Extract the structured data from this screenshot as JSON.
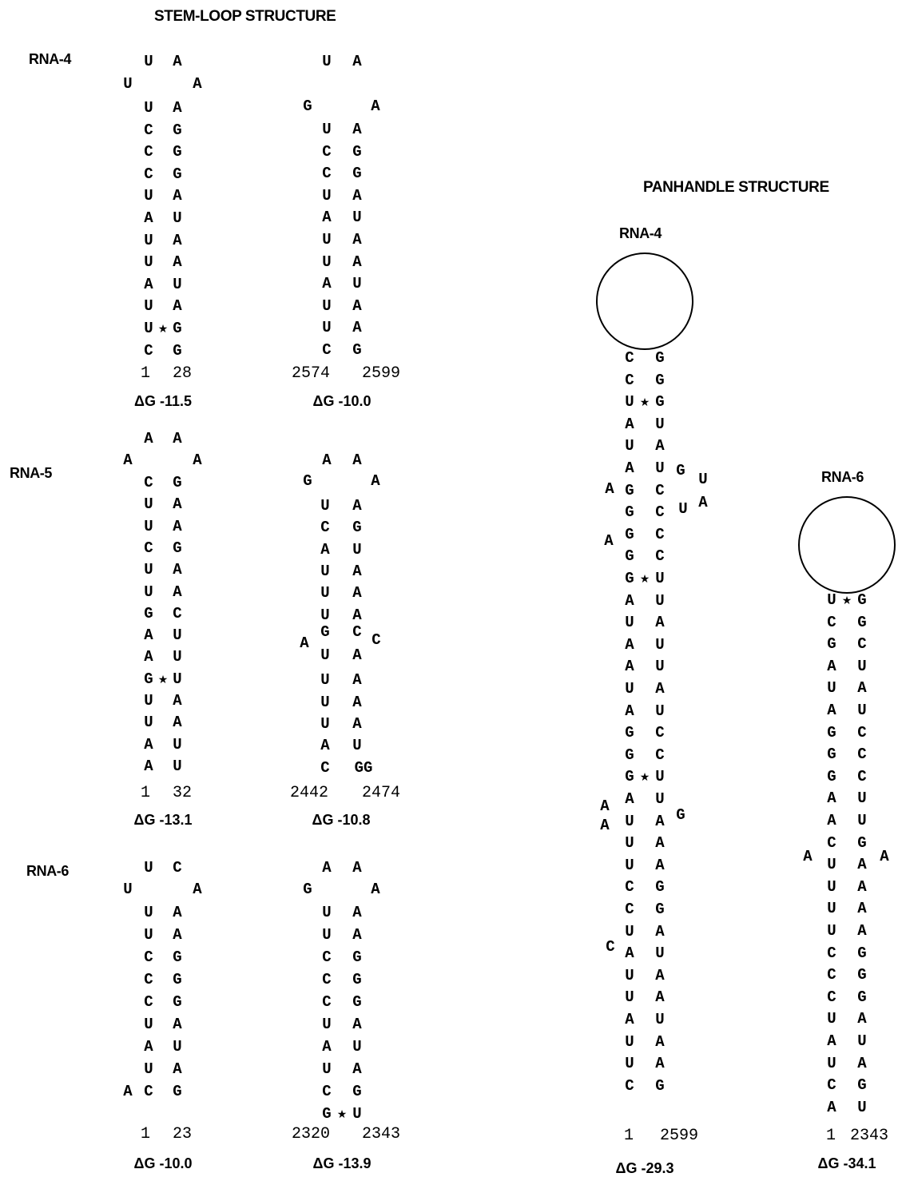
{
  "titles": {
    "stem_loop": "STEM-LOOP STRUCTURE",
    "panhandle": "PANHANDLE STRUCTURE"
  },
  "row_labels": [
    "RNA-4",
    "RNA-5",
    "RNA-6"
  ],
  "panhandle_labels": [
    "RNA-4",
    "RNA-6"
  ],
  "stem_loops": [
    {
      "loop": [
        "U",
        "A",
        "U",
        "A"
      ],
      "pairs": [
        [
          "U",
          "A"
        ],
        [
          "C",
          "G"
        ],
        [
          "C",
          "G"
        ],
        [
          "C",
          "G"
        ],
        [
          "U",
          "A"
        ],
        [
          "A",
          "U"
        ],
        [
          "U",
          "A"
        ],
        [
          "U",
          "A"
        ],
        [
          "A",
          "U"
        ],
        [
          "U",
          "A"
        ],
        [
          "U",
          "G"
        ],
        [
          "C",
          "G"
        ]
      ],
      "start": "1",
      "end": "28",
      "dg": "ΔG -11.5"
    },
    {
      "loop": [
        "U",
        "A",
        "G",
        "A"
      ],
      "pairs": [
        [
          "U",
          "A"
        ],
        [
          "C",
          "G"
        ],
        [
          "C",
          "G"
        ],
        [
          "U",
          "A"
        ],
        [
          "A",
          "U"
        ],
        [
          "U",
          "A"
        ],
        [
          "U",
          "A"
        ],
        [
          "A",
          "U"
        ],
        [
          "U",
          "A"
        ],
        [
          "U",
          "A"
        ],
        [
          "C",
          "G"
        ]
      ],
      "start": "2574",
      "end": "2599",
      "dg": "ΔG -10.0"
    },
    {
      "loop": [
        "A",
        "A",
        "A",
        "A"
      ],
      "pairs": [
        [
          "C",
          "G"
        ],
        [
          "U",
          "A"
        ],
        [
          "U",
          "A"
        ],
        [
          "C",
          "G"
        ],
        [
          "U",
          "A"
        ],
        [
          "U",
          "A"
        ],
        [
          "G",
          "C"
        ],
        [
          "A",
          "U"
        ],
        [
          "A",
          "U"
        ],
        [
          "G",
          "U"
        ],
        [
          "U",
          "A"
        ],
        [
          "U",
          "A"
        ],
        [
          "A",
          "U"
        ],
        [
          "A",
          "U"
        ]
      ],
      "start": "1",
      "end": "32",
      "dg": "ΔG -13.1"
    },
    {
      "loop": [
        "A",
        "A",
        "G",
        "A"
      ],
      "pairs": [
        [
          "U",
          "A"
        ],
        [
          "C",
          "G"
        ],
        [
          "A",
          "U"
        ],
        [
          "U",
          "A"
        ],
        [
          "U",
          "A"
        ],
        [
          "U",
          "A"
        ],
        [
          "G",
          "C"
        ],
        [
          "U",
          "A"
        ],
        [
          "U",
          "A"
        ],
        [
          "U",
          "A"
        ],
        [
          "U",
          "A"
        ],
        [
          "A",
          "U"
        ],
        [
          "C",
          "GG"
        ]
      ],
      "bulges": [
        "A",
        "C"
      ],
      "start": "2442",
      "end": "2474",
      "dg": "ΔG -10.8"
    },
    {
      "loop": [
        "U",
        "C",
        "U",
        "A"
      ],
      "pairs": [
        [
          "U",
          "A"
        ],
        [
          "U",
          "A"
        ],
        [
          "C",
          "G"
        ],
        [
          "C",
          "G"
        ],
        [
          "C",
          "G"
        ],
        [
          "U",
          "A"
        ],
        [
          "A",
          "U"
        ],
        [
          "U",
          "A"
        ],
        [
          "C",
          "G"
        ]
      ],
      "extra5": "A",
      "start": "1",
      "end": "23",
      "dg": "ΔG -10.0"
    },
    {
      "loop": [
        "A",
        "A",
        "G",
        "A"
      ],
      "pairs": [
        [
          "U",
          "A"
        ],
        [
          "U",
          "A"
        ],
        [
          "C",
          "G"
        ],
        [
          "C",
          "G"
        ],
        [
          "C",
          "G"
        ],
        [
          "U",
          "A"
        ],
        [
          "A",
          "U"
        ],
        [
          "U",
          "A"
        ],
        [
          "C",
          "G"
        ],
        [
          "G",
          "U"
        ]
      ],
      "start": "2320",
      "end": "2343",
      "dg": "ΔG -13.9"
    }
  ],
  "panhandles": [
    {
      "pairs": [
        [
          "C",
          "G"
        ],
        [
          "C",
          "G"
        ],
        [
          "U",
          "G"
        ],
        [
          "A",
          "U"
        ],
        [
          "U",
          "A"
        ],
        [
          "A",
          "U"
        ],
        [
          "G",
          "C"
        ],
        [
          "G",
          "C"
        ],
        [
          "G",
          "C"
        ],
        [
          "G",
          "C"
        ],
        [
          "G",
          "U"
        ],
        [
          "A",
          "U"
        ],
        [
          "U",
          "A"
        ],
        [
          "A",
          "U"
        ],
        [
          "A",
          "U"
        ],
        [
          "U",
          "A"
        ],
        [
          "A",
          "U"
        ],
        [
          "G",
          "C"
        ],
        [
          "G",
          "C"
        ],
        [
          "G",
          "U"
        ],
        [
          "A",
          "U"
        ],
        [
          "U",
          "A"
        ],
        [
          "U",
          "A"
        ],
        [
          "U",
          "A"
        ],
        [
          "C",
          "G"
        ],
        [
          "C",
          "G"
        ],
        [
          "U",
          "A"
        ],
        [
          "A",
          "U"
        ],
        [
          "U",
          "A"
        ],
        [
          "U",
          "A"
        ],
        [
          "A",
          "U"
        ],
        [
          "U",
          "A"
        ],
        [
          "U",
          "A"
        ],
        [
          "C",
          "G"
        ]
      ],
      "bulges": [
        "G",
        "U",
        "A",
        "U",
        "A",
        "A",
        "A",
        "A",
        "G",
        "C"
      ],
      "start": "1",
      "end": "2599",
      "dg": "ΔG -29.3"
    },
    {
      "pairs": [
        [
          "U",
          "G"
        ],
        [
          "C",
          "G"
        ],
        [
          "G",
          "C"
        ],
        [
          "A",
          "U"
        ],
        [
          "U",
          "A"
        ],
        [
          "A",
          "U"
        ],
        [
          "G",
          "C"
        ],
        [
          "G",
          "C"
        ],
        [
          "G",
          "C"
        ],
        [
          "A",
          "U"
        ],
        [
          "A",
          "U"
        ],
        [
          "C",
          "G"
        ],
        [
          "U",
          "A"
        ],
        [
          "U",
          "A"
        ],
        [
          "U",
          "A"
        ],
        [
          "U",
          "A"
        ],
        [
          "C",
          "G"
        ],
        [
          "C",
          "G"
        ],
        [
          "C",
          "G"
        ],
        [
          "U",
          "A"
        ],
        [
          "A",
          "U"
        ],
        [
          "U",
          "A"
        ],
        [
          "C",
          "G"
        ],
        [
          "A",
          "U"
        ]
      ],
      "bulges": [
        "A",
        "A"
      ],
      "start": "1",
      "end": "2343",
      "dg": "ΔG -34.1"
    }
  ]
}
